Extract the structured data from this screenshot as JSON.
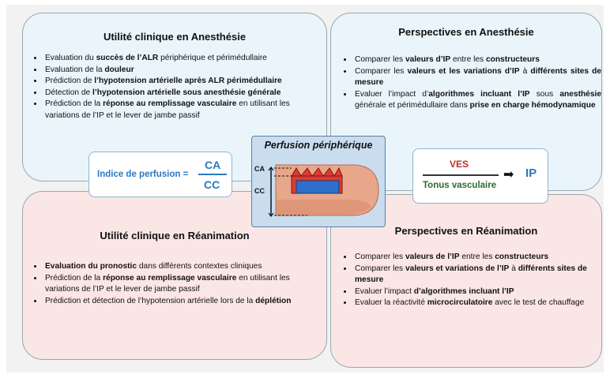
{
  "top_left": {
    "title": "Utilité clinique en Anesthésie",
    "items": [
      [
        "Evaluation du ",
        {
          "b": "succès de l’ALR"
        },
        " périphérique et périmédullaire"
      ],
      [
        "Evaluation de la ",
        {
          "b": "douleur"
        }
      ],
      [
        "Prédiction de ",
        {
          "b": "l’hypotension artérielle après ALR périmédullaire"
        }
      ],
      [
        "Détection de ",
        {
          "b": "l’hypotension artérielle sous anesthésie générale"
        }
      ],
      [
        "Prédiction de la ",
        {
          "b": "réponse au remplissage vasculaire"
        },
        " en utilisant les variations de l’IP et le lever de jambe passif"
      ]
    ]
  },
  "top_right": {
    "title": "Perspectives en Anesthésie",
    "items": [
      [
        "Comparer les ",
        {
          "b": "valeurs d’IP"
        },
        " entre les ",
        {
          "b": "constructeurs"
        }
      ],
      [
        "Comparer les ",
        {
          "b": "valeurs et les variations d’IP"
        },
        " à ",
        {
          "b": "différents sites de mesure"
        }
      ],
      [
        "Evaluer l’impact d’",
        {
          "b": "algorithmes incluant l’IP"
        },
        " sous ",
        {
          "b": "anesthésie"
        },
        " générale et périmédullaire dans ",
        {
          "b": "prise en charge hémodynamique"
        }
      ]
    ]
  },
  "bottom_left": {
    "title": "Utilité clinique en Réanimation",
    "items": [
      [
        {
          "b": "Evaluation du pronostic"
        },
        " dans différents contextes cliniques"
      ],
      [
        "Prédiction de la ",
        {
          "b": "réponse au remplissage vasculaire"
        },
        " en utilisant les variations de l’IP et le lever de jambe passif"
      ],
      [
        "Prédiction et détection de l’hypotension artérielle lors de la ",
        {
          "b": "déplétion"
        }
      ]
    ]
  },
  "bottom_right": {
    "title": "Perspectives en Réanimation",
    "items": [
      [
        "Comparer les ",
        {
          "b": "valeurs de l’IP"
        },
        " entre les ",
        {
          "b": "constructeurs"
        }
      ],
      [
        "Comparer les ",
        {
          "b": "valeurs et variations de l’IP"
        },
        " à ",
        {
          "b": "différents sites de mesure"
        }
      ],
      [
        "Evaluer l’impact ",
        {
          "b": "d’algorithmes incluant l’IP"
        }
      ],
      [
        "Evaluer la réactivité ",
        {
          "b": "microcirculatoire"
        },
        " avec le test de chauffage"
      ]
    ]
  },
  "formula_left": {
    "label": "Indice de perfusion =",
    "numerator": "CA",
    "denominator": "CC"
  },
  "formula_right": {
    "numerator": "VES",
    "denominator": "Tonus vasculaire",
    "arrow": "➡",
    "result": "IP"
  },
  "center": {
    "title": "Perfusion périphérique",
    "ca_label": "CA",
    "cc_label": "CC"
  },
  "colors": {
    "blue": "#2a78c2",
    "red": "#c0302a",
    "green": "#2e6b2e"
  }
}
